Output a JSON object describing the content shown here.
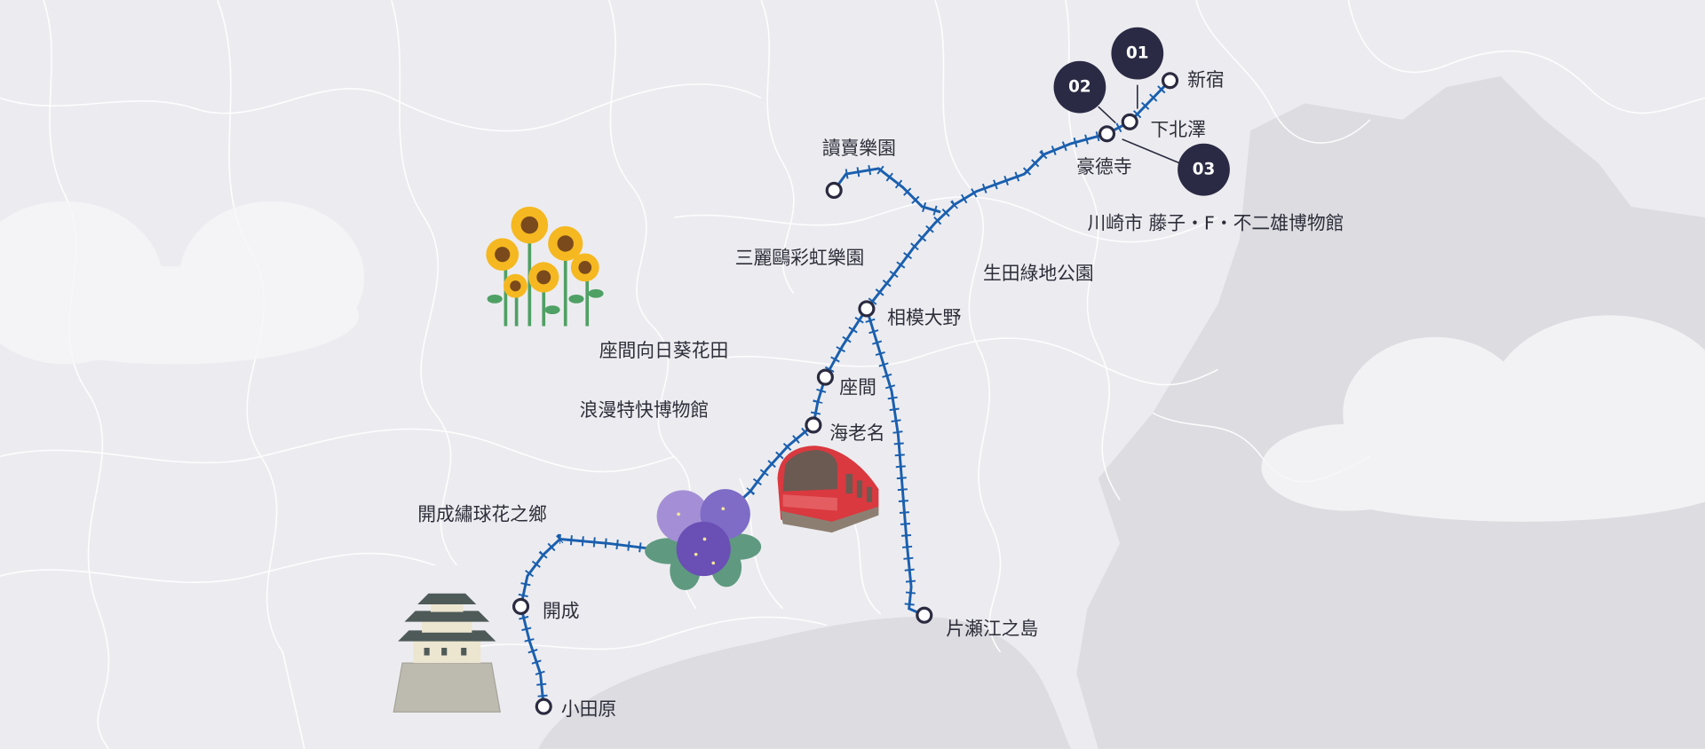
{
  "colors": {
    "background": "#ececf0",
    "sea": "#dcdce1",
    "rail": "#1a5fae",
    "station_ring": "#2a2a40",
    "badge": "#2a2a44"
  },
  "badges": [
    {
      "number": "01",
      "station": "下北澤"
    },
    {
      "number": "02",
      "station": "豪德寺"
    },
    {
      "number": "03",
      "station": "川崎市 藤子・F・不二雄博物館"
    }
  ],
  "stations": {
    "shinjuku": "新宿",
    "shimokitazawa": "下北澤",
    "gotokuji": "豪德寺",
    "yomiuriland": "讀賣樂園",
    "sagami_ono": "相模大野",
    "zama": "座間",
    "ebina": "海老名",
    "kaisei": "開成",
    "odawara": "小田原",
    "katase_enoshima": "片瀬江之島"
  },
  "attractions": {
    "fujiko_museum": "川崎市 藤子・F・不二雄博物館",
    "sanrio_puroland": "三麗鷗彩虹樂園",
    "ikuta_park": "生田綠地公園",
    "zama_sunflower": "座間向日葵花田",
    "romancecar_museum": "浪漫特快博物館",
    "kaisei_hydrangea": "開成繡球花之鄉"
  },
  "icons": [
    "sunflower-icon",
    "hydrangea-icon",
    "romancecar-train-icon",
    "odawara-castle-icon"
  ]
}
